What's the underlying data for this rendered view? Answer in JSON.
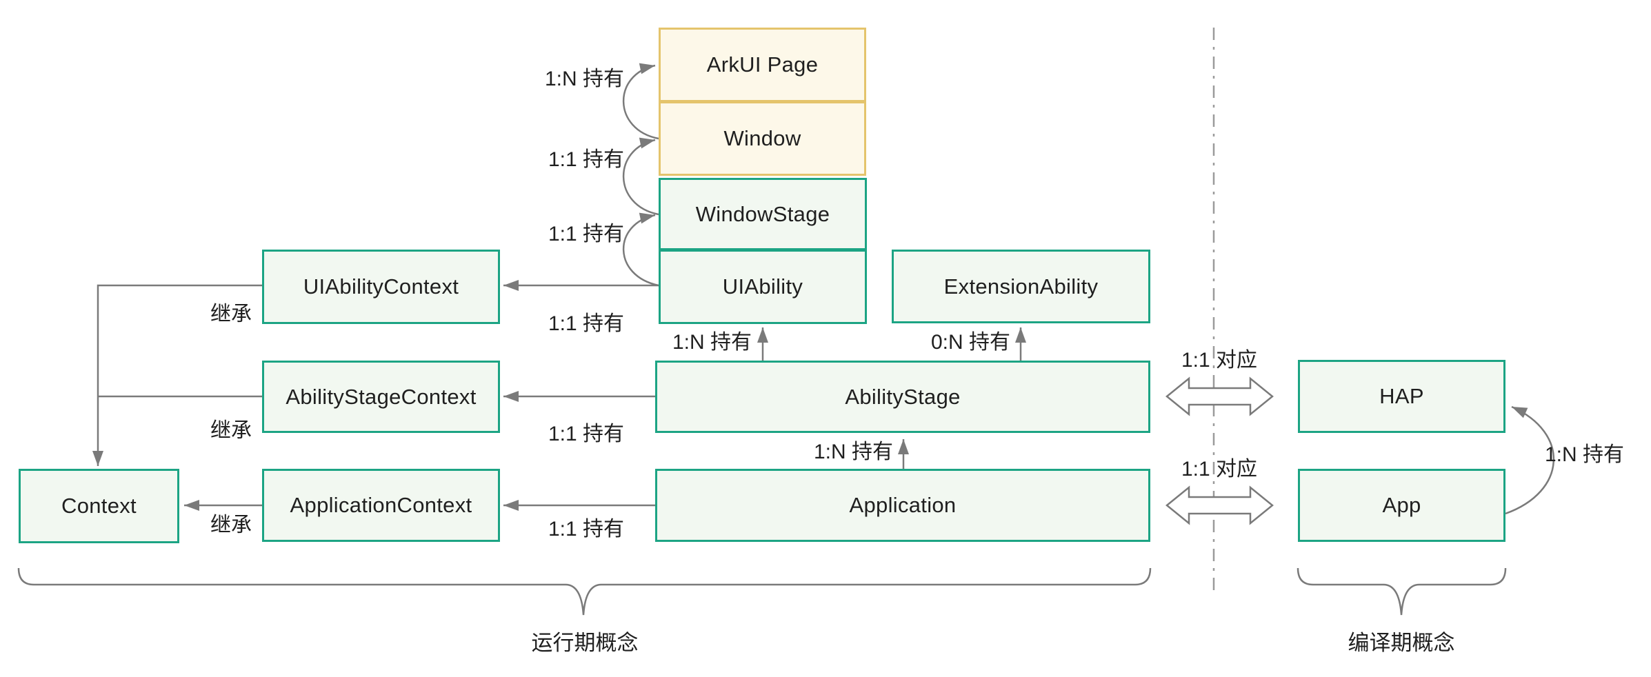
{
  "nodes": {
    "arkui_page": "ArkUI Page",
    "window": "Window",
    "window_stage": "WindowStage",
    "ui_ability": "UIAbility",
    "extension_ability": "ExtensionAbility",
    "ui_ability_context": "UIAbilityContext",
    "ability_stage_context": "AbilityStageContext",
    "application_context": "ApplicationContext",
    "context": "Context",
    "ability_stage": "AbilityStage",
    "application": "Application",
    "hap": "HAP",
    "app": "App"
  },
  "edges": {
    "window_holds_pages": "1:N 持有",
    "windowstage_holds_window": "1:1 持有",
    "uiability_holds_windowstage": "1:1 持有",
    "uiability_holds_uiabilitycontext": "1:1 持有",
    "abilitystage_holds_uiability": "1:N 持有",
    "abilitystage_holds_extensionability": "0:N 持有",
    "abilitystage_holds_abilitystagecontext": "1:1 持有",
    "application_holds_abilitystage": "1:N 持有",
    "application_holds_applicationcontext": "1:1 持有",
    "uiabilitycontext_inherits_context": "继承",
    "abilitystagecontext_inherits_context": "继承",
    "applicationcontext_inherits_context": "继承",
    "abilitystage_hap_mapping": "1:1 对应",
    "application_app_mapping": "1:1 对应",
    "app_holds_hap": "1:N 持有"
  },
  "sections": {
    "runtime": "运行期概念",
    "compile_time": "编译期概念"
  },
  "colors": {
    "teal_border": "#1CA484",
    "teal_fill": "#F2F8F1",
    "yellow_border": "#E4C46C",
    "yellow_fill": "#FDF8E9",
    "line_gray": "#7a7a7a",
    "text": "#1f1f1f"
  }
}
